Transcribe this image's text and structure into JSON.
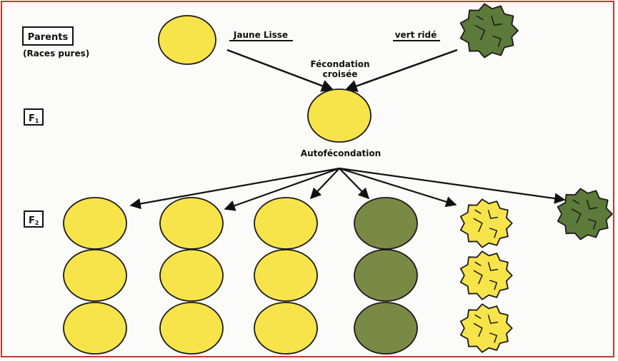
{
  "labels": {
    "parents": "Parents",
    "races_pures": "(Races pures)",
    "f1": "F",
    "f1_sub": "1",
    "f2": "F",
    "f2_sub": "2",
    "jaune_lisse": "Jaune Lisse",
    "vert_ride": "vert ridé",
    "fecondation_line1": "Fécondation",
    "fecondation_line2": "croisée",
    "autofecondation": "Autofécondation"
  },
  "colors": {
    "yellow": "#f7e44a",
    "green": "#5c7a3a",
    "green_smooth": "#7a8a45",
    "outline": "#1a1a1a",
    "frame": "#c0392b"
  },
  "seeds": {
    "parents": [
      "yellow-smooth",
      "green-wrinkled"
    ],
    "f1": [
      "yellow-smooth"
    ],
    "f2_columns": [
      {
        "type": "yellow-smooth",
        "count": 3
      },
      {
        "type": "yellow-smooth",
        "count": 3
      },
      {
        "type": "yellow-smooth",
        "count": 3
      },
      {
        "type": "green-smooth",
        "count": 3
      },
      {
        "type": "yellow-wrinkled",
        "count": 3
      },
      {
        "type": "green-wrinkled",
        "count": 1
      }
    ]
  }
}
